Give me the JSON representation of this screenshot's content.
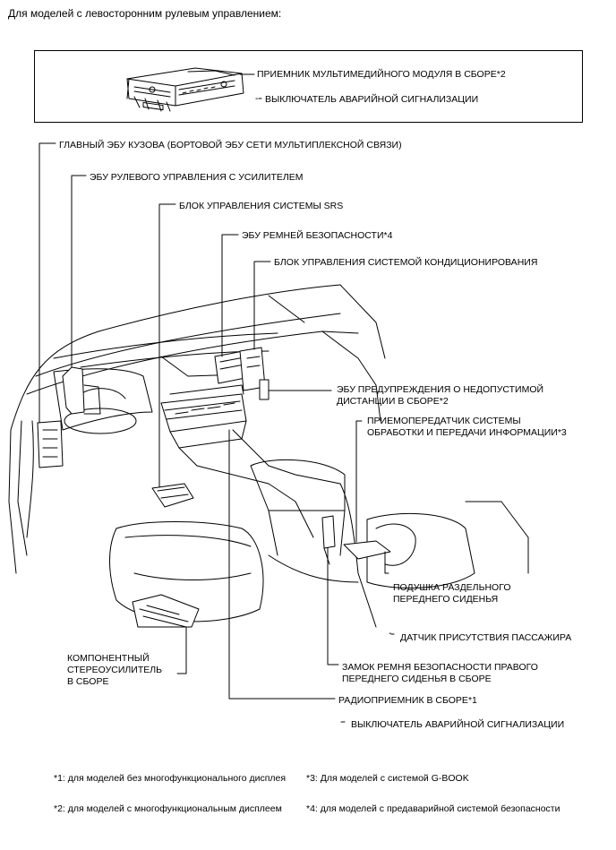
{
  "heading": "Для моделей с левосторонним рулевым управлением:",
  "inset": {
    "label_receiver": "ПРИЕМНИК МУЛЬТИМЕДИЙНОГО МОДУЛЯ В СБОРЕ*2",
    "label_hazard": "ВЫКЛЮЧАТЕЛЬ АВАРИЙНОЙ СИГНАЛИЗАЦИИ",
    "dash": "-"
  },
  "labels": {
    "body_ecu": "ГЛАВНЫЙ ЭБУ КУЗОВА (БОРТОВОЙ ЭБУ СЕТИ МУЛЬТИПЛЕКСНОЙ СВЯЗИ)",
    "eps_ecu": "ЭБУ РУЛЕВОГО УПРАВЛЕНИЯ С УСИЛИТЕЛЕМ",
    "srs_unit": "БЛОК УПРАВЛЕНИЯ СИСТЕМЫ SRS",
    "seatbelt_ecu": "ЭБУ РЕМНЕЙ БЕЗОПАСНОСТИ*4",
    "ac_unit": "БЛОК УПРАВЛЕНИЯ СИСТЕМОЙ КОНДИЦИОНИРОВАНИЯ",
    "distance_ecu": "ЭБУ ПРЕДУПРЕЖДЕНИЯ О НЕДОПУСТИМОЙ\nДИСТАНЦИИ В СБОРЕ*2",
    "transceiver": "ПРИЕМОПЕРЕДАТЧИК СИСТЕМЫ\nОБРАБОТКИ И ПЕРЕДАЧИ ИНФОРМАЦИИ*3",
    "seat_cushion": "ПОДУШКА РАЗДЕЛЬНОГО\nПЕРЕДНЕГО СИДЕНЬЯ",
    "occupant_sensor": "ДАТЧИК ПРИСУТСТВИЯ ПАССАЖИРА",
    "amplifier": "КОМПОНЕНТНЫЙ\nСТЕРЕОУСИЛИТЕЛЬ\nВ СБОРЕ",
    "buckle": "ЗАМОК РЕМНЯ БЕЗОПАСНОСТИ ПРАВОГО\nПЕРЕДНЕГО СИДЕНЬЯ В СБОРЕ",
    "radio": "РАДИОПРИЕМНИК В СБОРЕ*1",
    "hazard_switch": "ВЫКЛЮЧАТЕЛЬ АВАРИЙНОЙ СИГНАЛИЗАЦИИ",
    "dash": "-"
  },
  "footnotes": {
    "n1": "*1: для моделей без многофункционального дисплея",
    "n2": "*2: для моделей с многофункциональным дисплеем",
    "n3": "*3: Для моделей с системой G-BOOK",
    "n4": "*4: для моделей с предаварийной системой безопасности"
  }
}
